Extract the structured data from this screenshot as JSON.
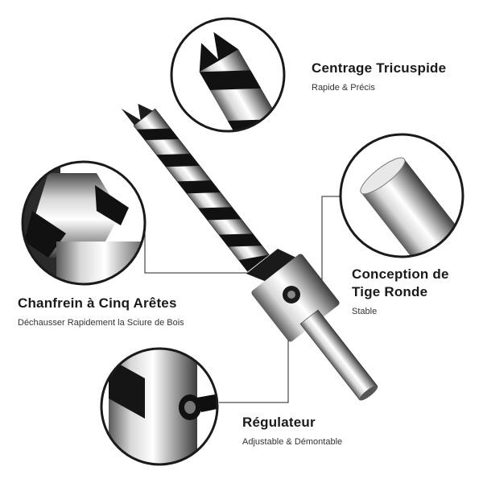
{
  "features": {
    "centrage": {
      "title": "Centrage Tricuspide",
      "subtitle": "Rapide & Précis"
    },
    "tige": {
      "title": "Conception de Tige Ronde",
      "subtitle": "Stable"
    },
    "chanfrein": {
      "title": "Chanfrein à Cinq Arêtes",
      "subtitle": "Déchausser Rapidement la Sciure de Bois"
    },
    "regulateur": {
      "title": "Régulateur",
      "subtitle": "Adjustable & Démontable"
    }
  },
  "colors": {
    "ring": "#1a1a1a",
    "steel_light": "#f2f2f2",
    "steel_mid": "#a9a9a9",
    "steel_dark": "#4a4a4a",
    "flute": "#101010"
  }
}
